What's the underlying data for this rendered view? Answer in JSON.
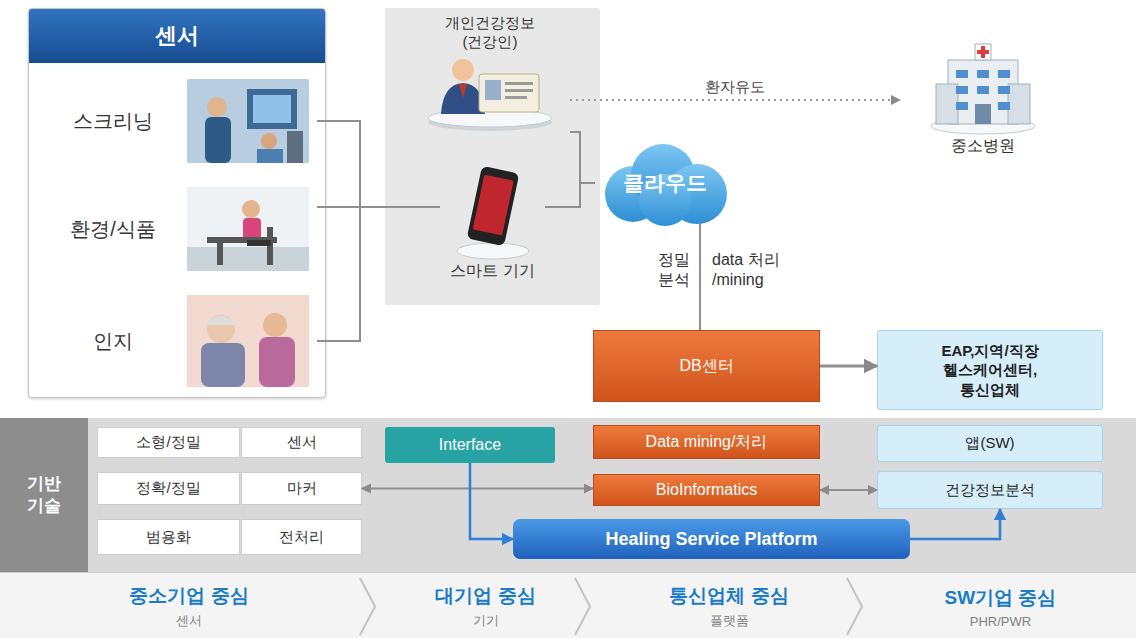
{
  "diagram": {
    "nodes": [
      {
        "text": [
          "센서"
        ]
      },
      {
        "text": [
          "스크리닝"
        ],
        "in": 0
      },
      {
        "text": [
          "환경/식품"
        ],
        "in": 0
      },
      {
        "text": [
          "인지"
        ],
        "in": 0
      },
      {
        "text": [
          "개인건강정보 (건강인)"
        ]
      },
      {
        "text": [
          "스마트 기기"
        ]
      },
      {
        "text": [
          "클라우드"
        ]
      },
      {
        "text": [
          "중소병원"
        ]
      },
      {
        "text": [
          "DB센터"
        ]
      },
      {
        "text": [
          "EAP,지역/직장 헬스케어센터, 통신업체"
        ]
      },
      {
        "text": [
          "기반 기술"
        ]
      },
      {
        "text": [
          "소형/정밀"
        ],
        "in": 10
      },
      {
        "text": [
          "센서"
        ],
        "in": 10
      },
      {
        "text": [
          "정확/정밀"
        ],
        "in": 10
      },
      {
        "text": [
          "마커"
        ],
        "in": 10
      },
      {
        "text": [
          "범용화"
        ],
        "in": 10
      },
      {
        "text": [
          "전처리"
        ],
        "in": 10
      },
      {
        "text": [
          "Interface"
        ],
        "in": 10
      },
      {
        "text": [
          "Data mining/처리"
        ],
        "in": 10
      },
      {
        "text": [
          "BioInformatics"
        ],
        "in": 10
      },
      {
        "text": [
          "앱(SW)"
        ],
        "in": 10
      },
      {
        "text": [
          "건강정보분석"
        ],
        "in": 10
      },
      {
        "text": [
          "Healing Service Platform"
        ],
        "in": 10
      },
      {
        "text": [
          "중소기업 중심",
          "센서"
        ]
      },
      {
        "text": [
          "대기업 중심",
          "기기"
        ]
      },
      {
        "text": [
          "통신업체 중심",
          "플랫폼"
        ]
      },
      {
        "text": [
          "SW기업 중심",
          "PHR/PWR"
        ]
      }
    ],
    "edges": [
      {
        "from": 1,
        "to": 5,
        "arrow": "none"
      },
      {
        "from": 2,
        "to": 5,
        "arrow": "none"
      },
      {
        "from": 3,
        "to": 5,
        "arrow": "none"
      },
      {
        "from": 4,
        "to": 6,
        "arrow": "none"
      },
      {
        "from": 5,
        "to": 6,
        "arrow": "none"
      },
      {
        "from": 4,
        "to": 7,
        "arrow": "to",
        "label": "환자유도"
      },
      {
        "from": 6,
        "to": 8,
        "arrow": "none"
      },
      {
        "from": 8,
        "to": 9,
        "arrow": "to"
      },
      {
        "from": 14,
        "to": 19,
        "arrow": "both"
      },
      {
        "from": 19,
        "to": 21,
        "arrow": "both"
      },
      {
        "from": 17,
        "to": 22,
        "arrow": "to"
      },
      {
        "from": 22,
        "to": 21,
        "arrow": "to"
      }
    ],
    "labels": [
      "정밀 분석",
      "data 처리 /mining"
    ]
  }
}
